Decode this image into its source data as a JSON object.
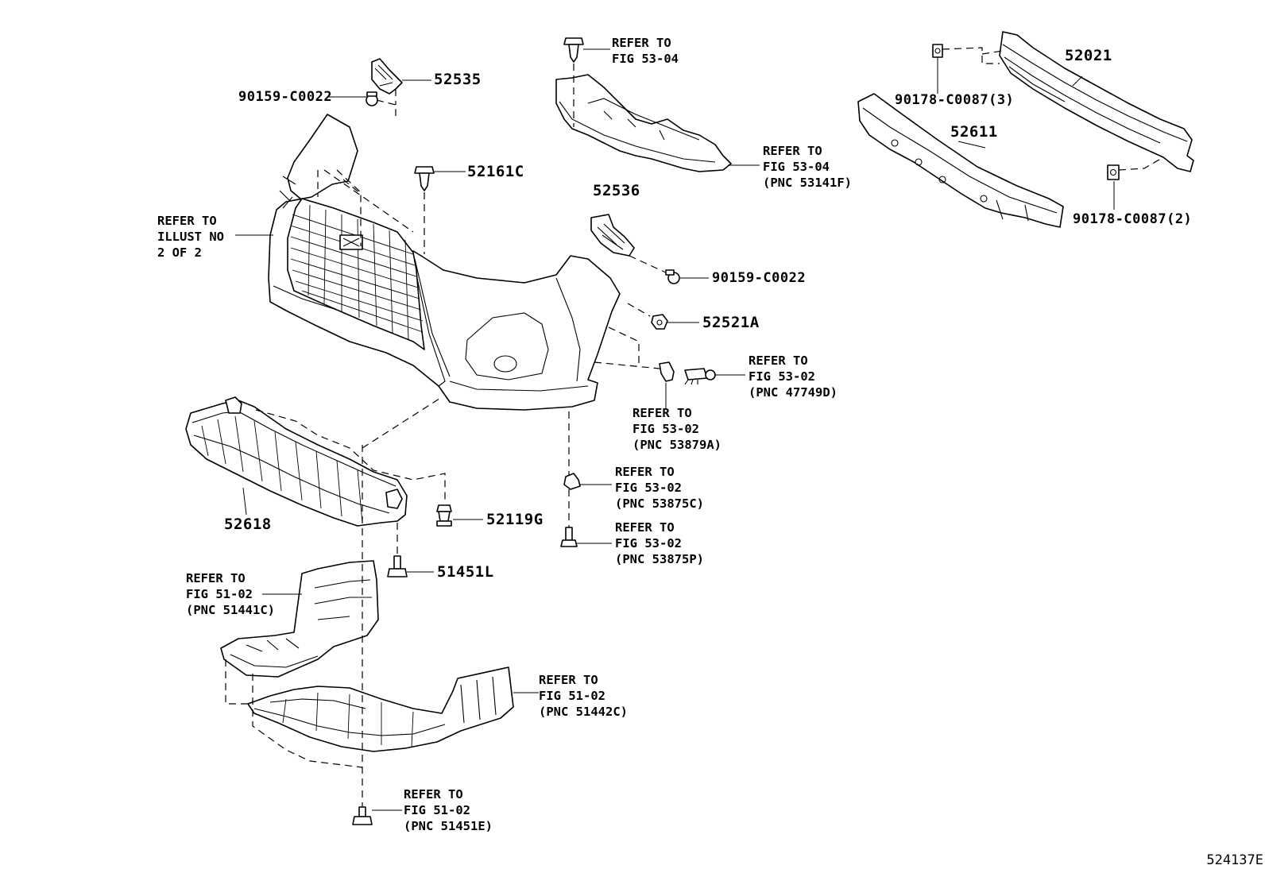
{
  "part_numbers": {
    "p52535": "52535",
    "p90159_a": "90159-C0022",
    "p52161c": "52161C",
    "p52536": "52536",
    "p90159_b": "90159-C0022",
    "p52521a": "52521A",
    "p52021": "52021",
    "p90178_3": "90178-C0087(3)",
    "p52611": "52611",
    "p90178_2": "90178-C0087(2)",
    "p52618": "52618",
    "p52119g": "52119G",
    "p51451l": "51451L"
  },
  "references": {
    "illust": [
      "REFER TO",
      "ILLUST NO",
      "2 OF 2"
    ],
    "fig5304_top": [
      "REFER TO",
      "FIG 53-04"
    ],
    "fig5304_shield": [
      "REFER TO",
      "FIG 53-04",
      "(PNC 53141F)"
    ],
    "fig5302_47749d": [
      "REFER TO",
      "FIG 53-02",
      "(PNC 47749D)"
    ],
    "fig5302_53879a": [
      "REFER TO",
      "FIG 53-02",
      "(PNC 53879A)"
    ],
    "fig5302_53875c": [
      "REFER TO",
      "FIG 53-02",
      "(PNC 53875C)"
    ],
    "fig5302_53875p": [
      "REFER TO",
      "FIG 53-02",
      "(PNC 53875P)"
    ],
    "fig5102_51441c": [
      "REFER TO",
      "FIG 51-02",
      "(PNC 51441C)"
    ],
    "fig5102_51442c": [
      "REFER TO",
      "FIG 51-02",
      "(PNC 51442C)"
    ],
    "fig5102_51451e": [
      "REFER TO",
      "FIG 51-02",
      "(PNC 51451E)"
    ]
  },
  "figure_id": "524137E"
}
